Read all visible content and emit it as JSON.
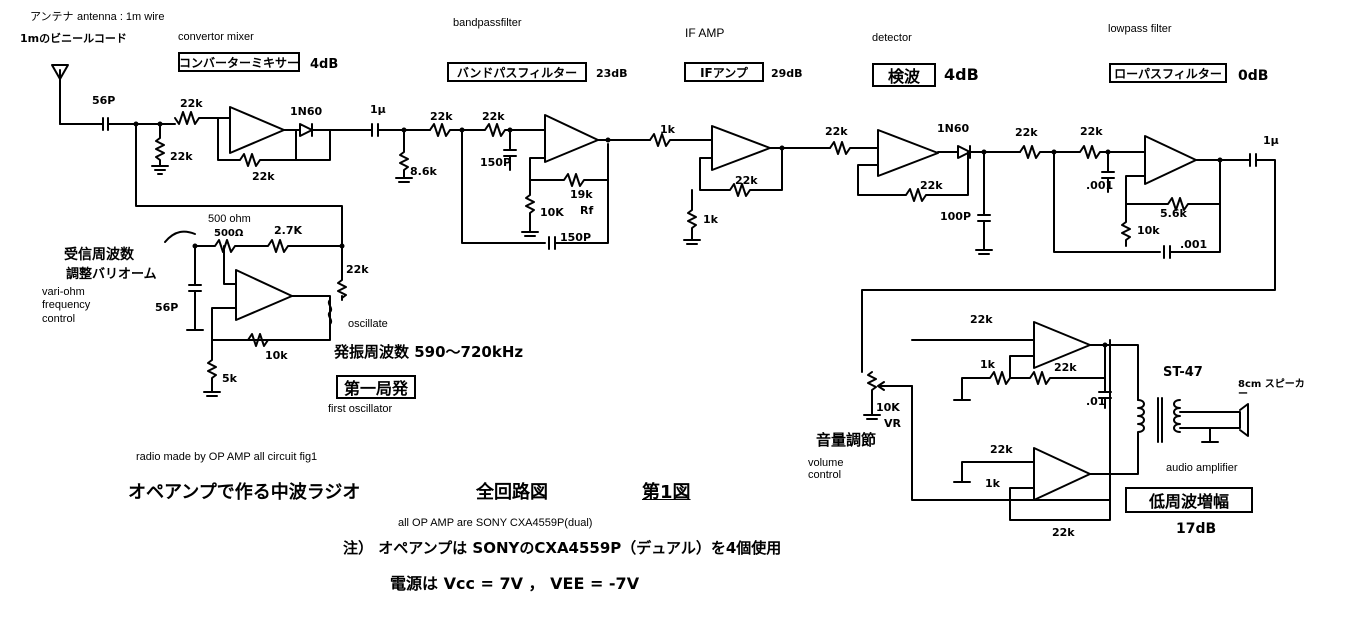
{
  "top_left": {
    "antenna_jp": "アンテナ",
    "antenna_en": "antenna : 1m wire",
    "wire_jp": "1mのビニールコード"
  },
  "stages": {
    "mixer": {
      "en": "convertor mixer",
      "jp": "コンバーターミキサー",
      "gain": "4dB"
    },
    "bandpass": {
      "en": "bandpassfilter",
      "jp": "バンドパスフィルター",
      "gain": "23dB"
    },
    "ifamp": {
      "en": "IF AMP",
      "jp": "IFアンプ",
      "gain": "29dB"
    },
    "detector": {
      "en": "detector",
      "jp": "検波",
      "gain": "4dB"
    },
    "lowpass": {
      "en": "lowpass filter",
      "jp": "ローパスフィルター",
      "gain": "0dB"
    }
  },
  "components": {
    "c_in": "56P",
    "r1": "22k",
    "r2": "22k",
    "r3": "22k",
    "diode1": "1N60",
    "c_couple1": "1μ",
    "r_bp_in": "22k",
    "r_bp_shunt": "8.6k",
    "r_bp2": "22k",
    "c_bp1": "150P",
    "r_bp_g": "10K",
    "r_bp_f": "19k",
    "rf": "Rf",
    "c_bp2": "150P",
    "r_if_in": "1k",
    "r_if_f": "22k",
    "r_if_g": "1k",
    "r_det_in": "22k",
    "diode2": "1N60",
    "r_det_f": "22k",
    "c_det": "100P",
    "r_lp_in": "22k",
    "r_lp2": "22k",
    "c_lp1": ".001",
    "r_lp_f": "5.6k",
    "r_lp_g": "10k",
    "c_lp2": ".001",
    "c_out": "1μ",
    "osc_vr": "500Ω",
    "osc_r1": "2.7K",
    "osc_r2": "22k",
    "osc_c": "56P",
    "osc_r3": "10k",
    "osc_r4": "5k",
    "vol_vr": "10K",
    "vol_vr_lbl": "VR",
    "aud_r1": "22k",
    "aud_r2": "1k",
    "aud_r3": "22k",
    "aud_c": ".01",
    "aud_r4": "22k",
    "aud_r5": "1k",
    "aud_r6": "22k",
    "transformer": "ST-47",
    "speaker": "8cm スピーカー"
  },
  "oscillator": {
    "vr_label_en": "500 ohm",
    "vr_jp_1": "受信周波数",
    "vr_jp_2": "調整バリオーム",
    "vari_en_1": "vari-ohm",
    "vari_en_2": "frequency",
    "vari_en_3": "control",
    "oscillate": "oscillate",
    "freq_jp": "発振周波数 590〜720kHz",
    "box_jp": "第一局発",
    "first_osc": "first oscillator"
  },
  "audio": {
    "volume_jp": "音量調節",
    "volume_en_1": "volume",
    "volume_en_2": "control",
    "amp_en": "audio amplifier",
    "amp_jp": "低周波増幅",
    "amp_gain": "17dB"
  },
  "caption": {
    "en": "radio made by OP AMP  all circuit   fig1",
    "jp_title": "オペアンプで作る中波ラジオ",
    "jp_all": "全回路図",
    "jp_fig": "第1図",
    "opamp_en": "all OP AMP are SONY CXA4559P(dual)",
    "note": "注） オペアンプは SONYのCXA4559P（デュアル）を4個使用",
    "power": "電源は Vcc = 7V ， VEE = -7V"
  }
}
